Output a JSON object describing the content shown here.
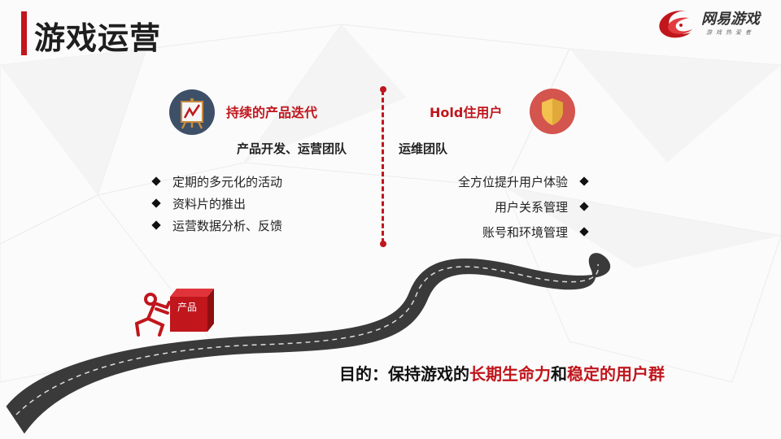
{
  "slide": {
    "title": "游戏运营",
    "logo_text": "网易游戏",
    "logo_subtext": "游戏热爱者"
  },
  "left": {
    "icon": "easel-chart-icon",
    "heading": "持续的产品迭代",
    "team": "产品开发、运营团队",
    "items": [
      "定期的多元化的活动",
      "资料片的推出",
      "运营数据分析、反馈"
    ]
  },
  "right": {
    "icon": "shield-icon",
    "heading": "Hold住用户",
    "team": "运维团队",
    "items": [
      "全方位提升用户体验",
      "用户关系管理",
      "账号和环境管理"
    ]
  },
  "illustration": {
    "box_label": "产品"
  },
  "goal": {
    "prefix": "目的：保持游戏的",
    "highlight1": "长期生命力",
    "connector": "和",
    "highlight2": "稳定的用户群"
  },
  "colors": {
    "accent": "#c0161c",
    "icon_left_bg": "#3e5068",
    "icon_right_bg": "#d4544e",
    "road": "#3a3a3a"
  }
}
